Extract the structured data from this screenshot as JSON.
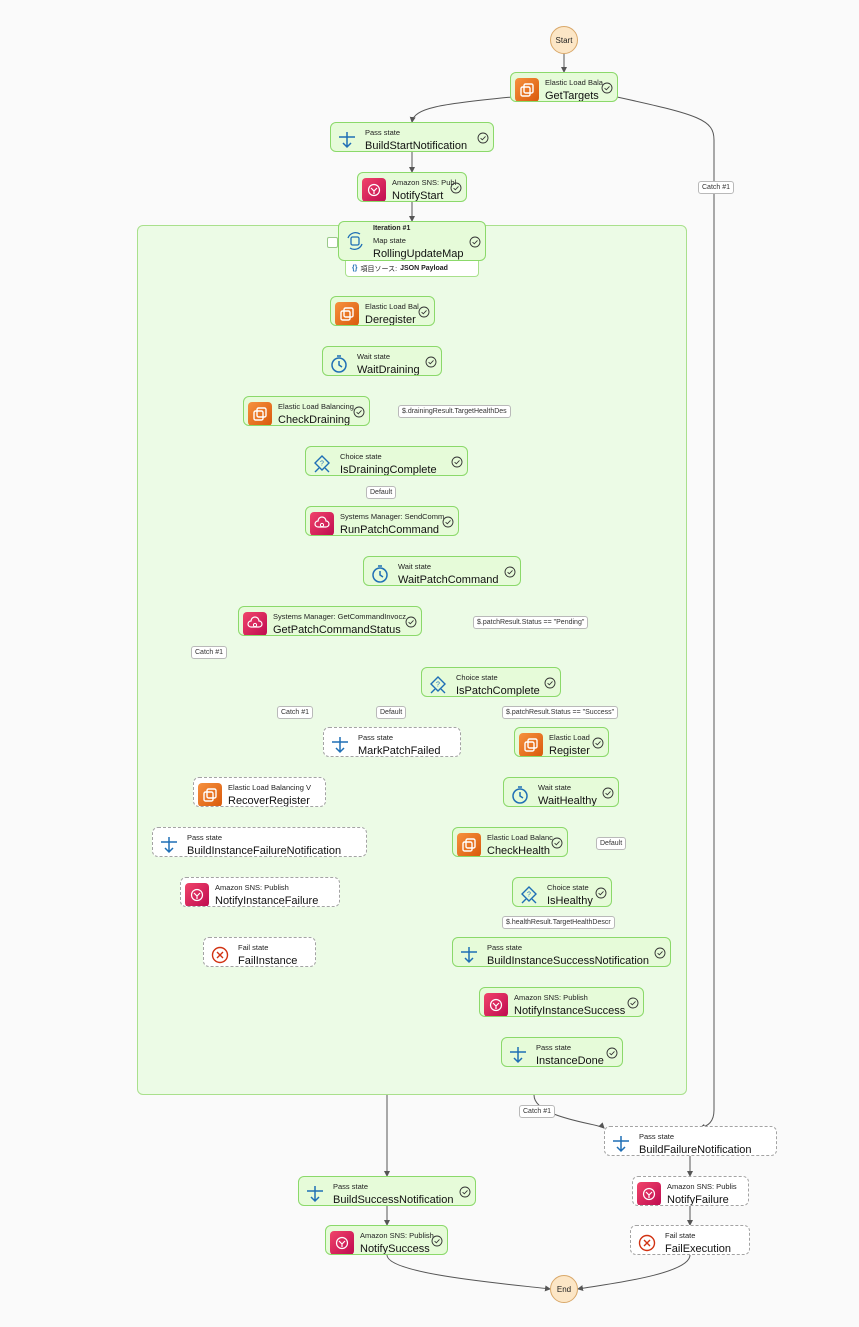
{
  "terminals": {
    "start": "Start",
    "end": "End"
  },
  "source_badge": {
    "icon": "{}",
    "label": "項目ソース:",
    "value": "JSON Payload"
  },
  "nodes": {
    "getTargets": {
      "sub": "Elastic Load Bala",
      "title": "GetTargets",
      "kind": "elb"
    },
    "buildStartNotification": {
      "sub": "Pass state",
      "title": "BuildStartNotification",
      "kind": "pass"
    },
    "notifyStart": {
      "sub": "Amazon SNS: Publ",
      "title": "NotifyStart",
      "kind": "sns"
    },
    "rollingUpdateMap": {
      "iter": "Iteration #1",
      "sub": "Map state",
      "title": "RollingUpdateMap",
      "kind": "map"
    },
    "deregister": {
      "sub": "Elastic Load Bal",
      "title": "Deregister",
      "kind": "elb"
    },
    "waitDraining": {
      "sub": "Wait state",
      "title": "WaitDraining",
      "kind": "wait"
    },
    "checkDraining": {
      "sub": "Elastic Load Balancing",
      "title": "CheckDraining",
      "kind": "elb"
    },
    "isDrainingComplete": {
      "sub": "Choice state",
      "title": "IsDrainingComplete",
      "kind": "choice"
    },
    "runPatchCommand": {
      "sub": "Systems Manager: SendComm",
      "title": "RunPatchCommand",
      "kind": "ssm"
    },
    "waitPatchCommand": {
      "sub": "Wait state",
      "title": "WaitPatchCommand",
      "kind": "wait"
    },
    "getPatchCommandStatus": {
      "sub": "Systems Manager: GetCommandInvocz",
      "title": "GetPatchCommandStatus",
      "kind": "ssm"
    },
    "isPatchComplete": {
      "sub": "Choice state",
      "title": "IsPatchComplete",
      "kind": "choice"
    },
    "markPatchFailed": {
      "sub": "Pass state",
      "title": "MarkPatchFailed",
      "kind": "pass"
    },
    "register": {
      "sub": "Elastic Load",
      "title": "Register",
      "kind": "elb"
    },
    "recoverRegister": {
      "sub": "Elastic Load Balancing V",
      "title": "RecoverRegister",
      "kind": "elb"
    },
    "waitHealthy": {
      "sub": "Wait state",
      "title": "WaitHealthy",
      "kind": "wait"
    },
    "buildInstanceFailureNotification": {
      "sub": "Pass state",
      "title": "BuildInstanceFailureNotification",
      "kind": "pass"
    },
    "checkHealth": {
      "sub": "Elastic Load Balanc",
      "title": "CheckHealth",
      "kind": "elb"
    },
    "notifyInstanceFailure": {
      "sub": "Amazon SNS: Publish",
      "title": "NotifyInstanceFailure",
      "kind": "sns"
    },
    "isHealthy": {
      "sub": "Choice state",
      "title": "IsHealthy",
      "kind": "choice"
    },
    "failInstance": {
      "sub": "Fail state",
      "title": "FailInstance",
      "kind": "fail"
    },
    "buildInstanceSuccessNotification": {
      "sub": "Pass state",
      "title": "BuildInstanceSuccessNotification",
      "kind": "pass"
    },
    "notifyInstanceSuccess": {
      "sub": "Amazon SNS: Publish",
      "title": "NotifyInstanceSuccess",
      "kind": "sns"
    },
    "instanceDone": {
      "sub": "Pass state",
      "title": "InstanceDone",
      "kind": "pass"
    },
    "buildFailureNotification": {
      "sub": "Pass state",
      "title": "BuildFailureNotification",
      "kind": "pass"
    },
    "buildSuccessNotification": {
      "sub": "Pass state",
      "title": "BuildSuccessNotification",
      "kind": "pass"
    },
    "notifyFailure": {
      "sub": "Amazon SNS: Publis",
      "title": "NotifyFailure",
      "kind": "sns"
    },
    "notifySuccess": {
      "sub": "Amazon SNS: Publish",
      "title": "NotifySuccess",
      "kind": "sns"
    },
    "failExecution": {
      "sub": "Fail state",
      "title": "FailExecution",
      "kind": "fail"
    }
  },
  "edge_labels": {
    "catchTop": "Catch #1",
    "drainingCond": "$.drainingResult.TargetHealthDes",
    "drainingDefault": "Default",
    "patchPending": "$.patchResult.Status == \"Pending\"",
    "catchRun": "Catch #1",
    "catchGet": "Catch #1",
    "patchDefault": "Default",
    "patchSuccess": "$.patchResult.Status == \"Success\"",
    "healthyDefault": "Default",
    "healthCond": "$.healthResult.TargetHealthDescr",
    "catchMap": "Catch #1"
  },
  "colors": {
    "node_fill": "#e6fbd9",
    "node_border": "#8bd96a",
    "map_fill": "#ecfbe6",
    "elb": "#e8710a",
    "sns_ssm": "#d6174f",
    "flow_icon": "#1f6fb5",
    "fail_icon": "#d13212",
    "edge": "#555555",
    "terminal": "#fce6c6"
  }
}
